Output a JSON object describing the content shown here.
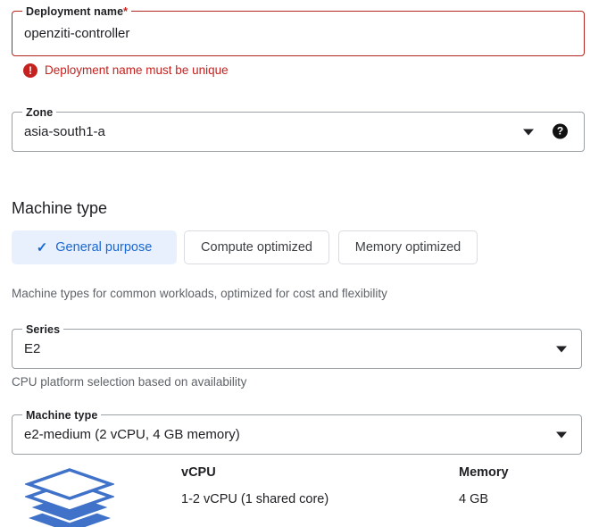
{
  "deployment_name": {
    "label": "Deployment name",
    "required_marker": "*",
    "value": "openziti-controller",
    "error": "Deployment name must be unique",
    "error_icon": "error-exclamation-icon"
  },
  "zone": {
    "label": "Zone",
    "value": "asia-south1-a",
    "dropdown_icon": "chevron-down-icon",
    "help_icon": "help-circle-icon",
    "help_glyph": "?"
  },
  "machine_type_section": {
    "title": "Machine type",
    "tabs": [
      {
        "label": "General purpose",
        "selected": true,
        "check_glyph": "✓"
      },
      {
        "label": "Compute optimized",
        "selected": false
      },
      {
        "label": "Memory optimized",
        "selected": false
      }
    ],
    "description": "Machine types for common workloads, optimized for cost and flexibility"
  },
  "series": {
    "label": "Series",
    "value": "E2",
    "dropdown_icon": "chevron-down-icon",
    "helper": "CPU platform selection based on availability"
  },
  "machine_type": {
    "label": "Machine type",
    "value": "e2-medium (2 vCPU, 4 GB memory)",
    "dropdown_icon": "chevron-down-icon"
  },
  "specs": {
    "icon": "machine-stack-icon",
    "columns": [
      {
        "header": "vCPU",
        "value": "1-2 vCPU (1 shared core)"
      },
      {
        "header": "Memory",
        "value": "4 GB"
      }
    ]
  },
  "colors": {
    "error_red": "#c5221f",
    "error_border": "#b3261e",
    "accent_blue": "#1967d2",
    "selected_bg": "#e8f0fe",
    "text_primary": "#202124",
    "text_secondary": "#5f6368",
    "border_grey": "#9aa0a6",
    "stack_blue": "#3f72c8"
  }
}
